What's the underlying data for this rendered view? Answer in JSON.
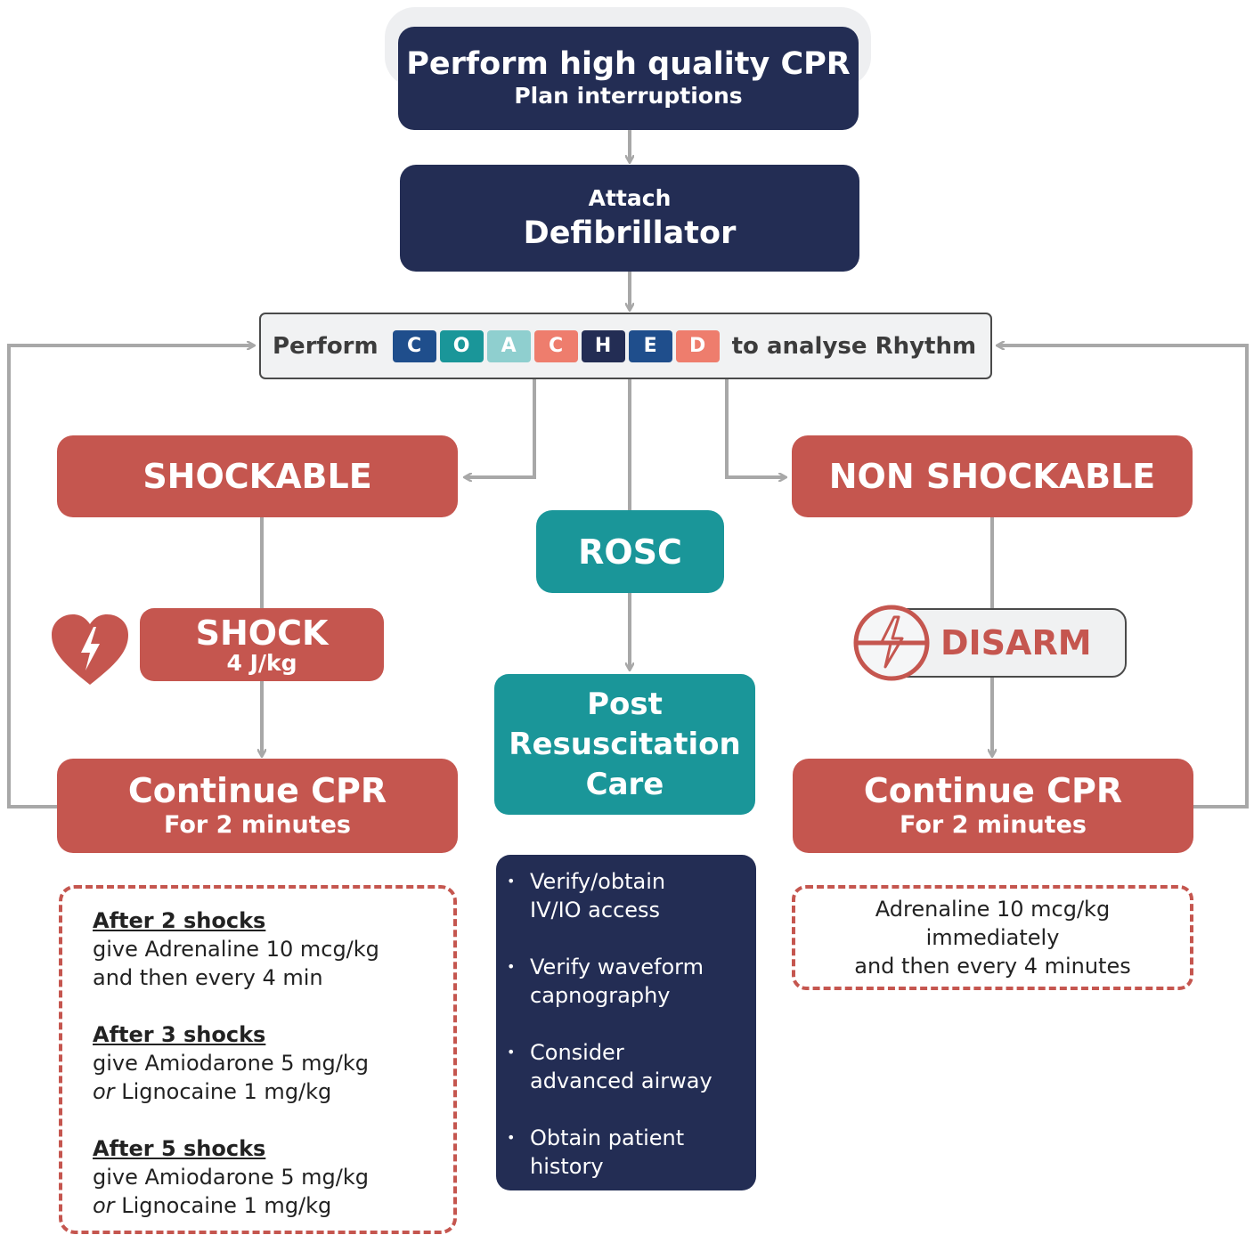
{
  "colors": {
    "navy": "#232d54",
    "red": "#c5564f",
    "teal": "#1a9699",
    "connector": "#a8a8a8"
  },
  "cpr": {
    "line1": "Perform high quality CPR",
    "line2": "Plan interruptions"
  },
  "defib": {
    "line1": "Attach",
    "line2": "Defibrillator"
  },
  "coached": {
    "prefix": "Perform",
    "letters": [
      {
        "char": "C",
        "color": "#1f4e8c"
      },
      {
        "char": "O",
        "color": "#1a9699"
      },
      {
        "char": "A",
        "color": "#8fcfcf"
      },
      {
        "char": "C",
        "color": "#ee7d6d"
      },
      {
        "char": "H",
        "color": "#232d54"
      },
      {
        "char": "E",
        "color": "#1f4e8c"
      },
      {
        "char": "D",
        "color": "#ee7d6d"
      }
    ],
    "suffix": "to analyse Rhythm"
  },
  "shockable": {
    "label": "SHOCKABLE"
  },
  "non_shockable": {
    "label": "NON SHOCKABLE"
  },
  "rosc": {
    "label": "ROSC"
  },
  "shock": {
    "line1": "SHOCK",
    "line2": "4 J/kg",
    "icon": "heart-lightning-icon"
  },
  "disarm": {
    "label": "DISARM",
    "icon": "no-shock-icon"
  },
  "post_care": {
    "line1": "Post",
    "line2": "Resuscitation",
    "line3": "Care"
  },
  "continue_left": {
    "line1": "Continue CPR",
    "line2": "For 2 minutes"
  },
  "continue_right": {
    "line1": "Continue CPR",
    "line2": "For 2 minutes"
  },
  "left_notes": [
    {
      "title": "After 2 shocks",
      "line1": "give Adrenaline 10 mcg/kg",
      "line2_em": "",
      "line2": "and then every 4 min"
    },
    {
      "title": "After 3 shocks",
      "line1": "give Amiodarone 5 mg/kg",
      "line2_em": "or",
      "line2": " Lignocaine 1 mg/kg"
    },
    {
      "title": "After 5 shocks",
      "line1": "give Amiodarone 5 mg/kg",
      "line2_em": "or",
      "line2": " Lignocaine 1 mg/kg"
    }
  ],
  "right_notes": {
    "line1": "Adrenaline 10 mcg/kg",
    "line2": "immediately",
    "line3": "and then every 4 minutes"
  },
  "post_list": [
    {
      "line1": "Verify/obtain",
      "line2": "IV/IO access"
    },
    {
      "line1": "Verify waveform",
      "line2": "capnography"
    },
    {
      "line1": "Consider",
      "line2": "advanced airway"
    },
    {
      "line1": "Obtain patient",
      "line2": "history"
    }
  ]
}
